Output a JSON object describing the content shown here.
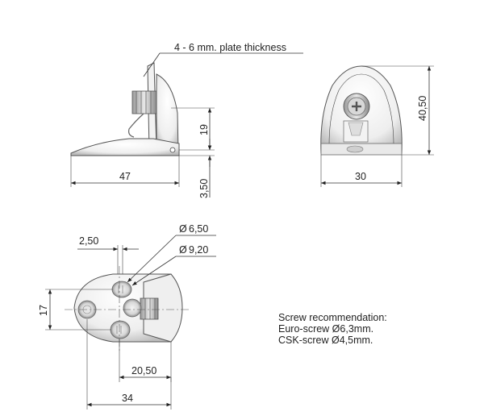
{
  "side_view": {
    "plate_label": "4 - 6 mm. plate thickness",
    "dim_height": "19",
    "dim_width": "47",
    "dim_base": "3,50"
  },
  "front_view": {
    "dim_height": "40,50",
    "dim_width": "30"
  },
  "top_view": {
    "dim_offset": "2,50",
    "dim_hole_small": "6,50",
    "dim_hole_large": "9,20",
    "dim_span": "17",
    "dim_holes": "20,50",
    "dim_length": "34",
    "diameter_symbol": "Ø"
  },
  "notes": {
    "line1": "Screw recommendation:",
    "line2": "Euro-screw Ø6,3mm.",
    "line3": "CSK-screw Ø4,5mm."
  }
}
